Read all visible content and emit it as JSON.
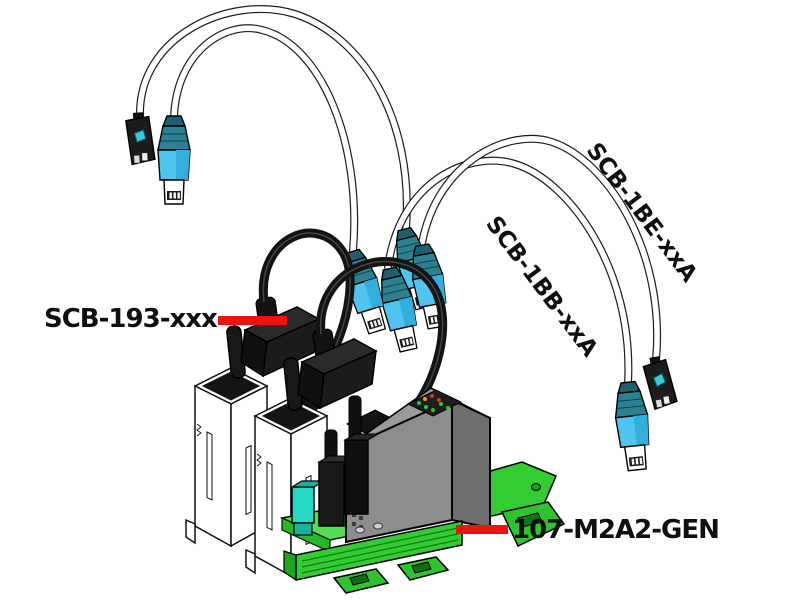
{
  "diagram": {
    "type": "isometric-product-assembly-diagram",
    "background": "#ffffff",
    "callouts": [
      {
        "id": "scb193",
        "label": "SCB-193-xxx",
        "points_to": "black D-sub backshell connector",
        "leader": "red line pointing right",
        "rotated": false
      },
      {
        "id": "scb1be",
        "label": "SCB-1BE-xxA",
        "points_to": "outer white cable assembly",
        "leader": "none",
        "rotated": true
      },
      {
        "id": "scb1bb",
        "label": "SCB-1BB-xxA",
        "points_to": "inner white cable assembly",
        "leader": "none",
        "rotated": true
      },
      {
        "id": "m2a2",
        "label": "107-M2A2-GEN",
        "points_to": "green DIN-rail mounting base",
        "leader": "red line pointing left",
        "rotated": false
      }
    ],
    "components": [
      "two white relay modules with black socket pads",
      "two black D-sub backshell connectors with thick black cables",
      "gray interface module with status-LED label and side vents",
      "bright green DIN-rail mounting base with screw holes and feet",
      "two white cable assemblies with light-blue plug connectors and small black connectors",
      "teal terminal block on base"
    ],
    "colors": {
      "callout_red": "#ee1212",
      "connector_blue": "#4fc4ef",
      "connector_teal_cap": "#2e8093",
      "terminal_teal": "#27d8c4",
      "rail_green": "#33cc33",
      "rail_green_light": "#55dd55",
      "rail_green_dark": "#1da51d",
      "module_gray": "#8d8d8d",
      "connector_black": "#1c1c1c",
      "cable_white": "#ffffff",
      "label_text": "#0f0f0f"
    }
  }
}
